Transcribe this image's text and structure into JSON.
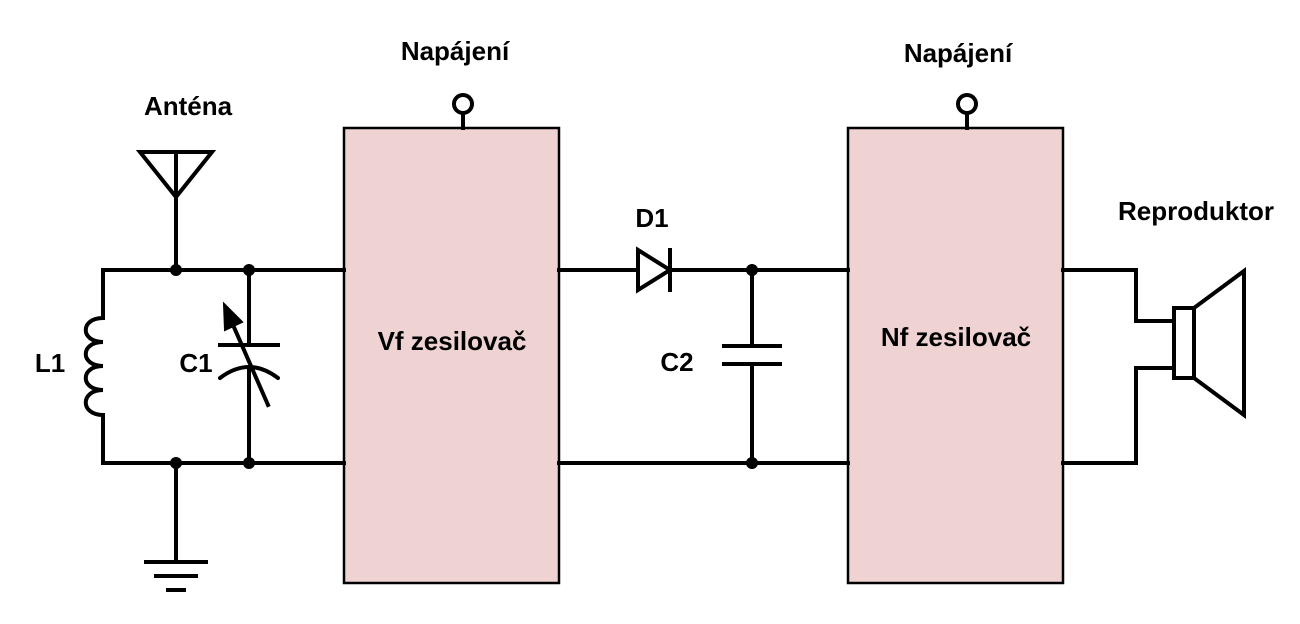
{
  "labels": {
    "antenna": "Anténa",
    "power_left": "Napájení",
    "power_right": "Napájení",
    "inductor": "L1",
    "capacitor1": "C1",
    "capacitor2": "C2",
    "diode": "D1",
    "speaker": "Reproduktor",
    "rf_amp": "Vf zesilovač",
    "af_amp": "Nf zesilovač"
  },
  "colors": {
    "block_fill": "#efd3d3",
    "stroke": "#000000"
  }
}
